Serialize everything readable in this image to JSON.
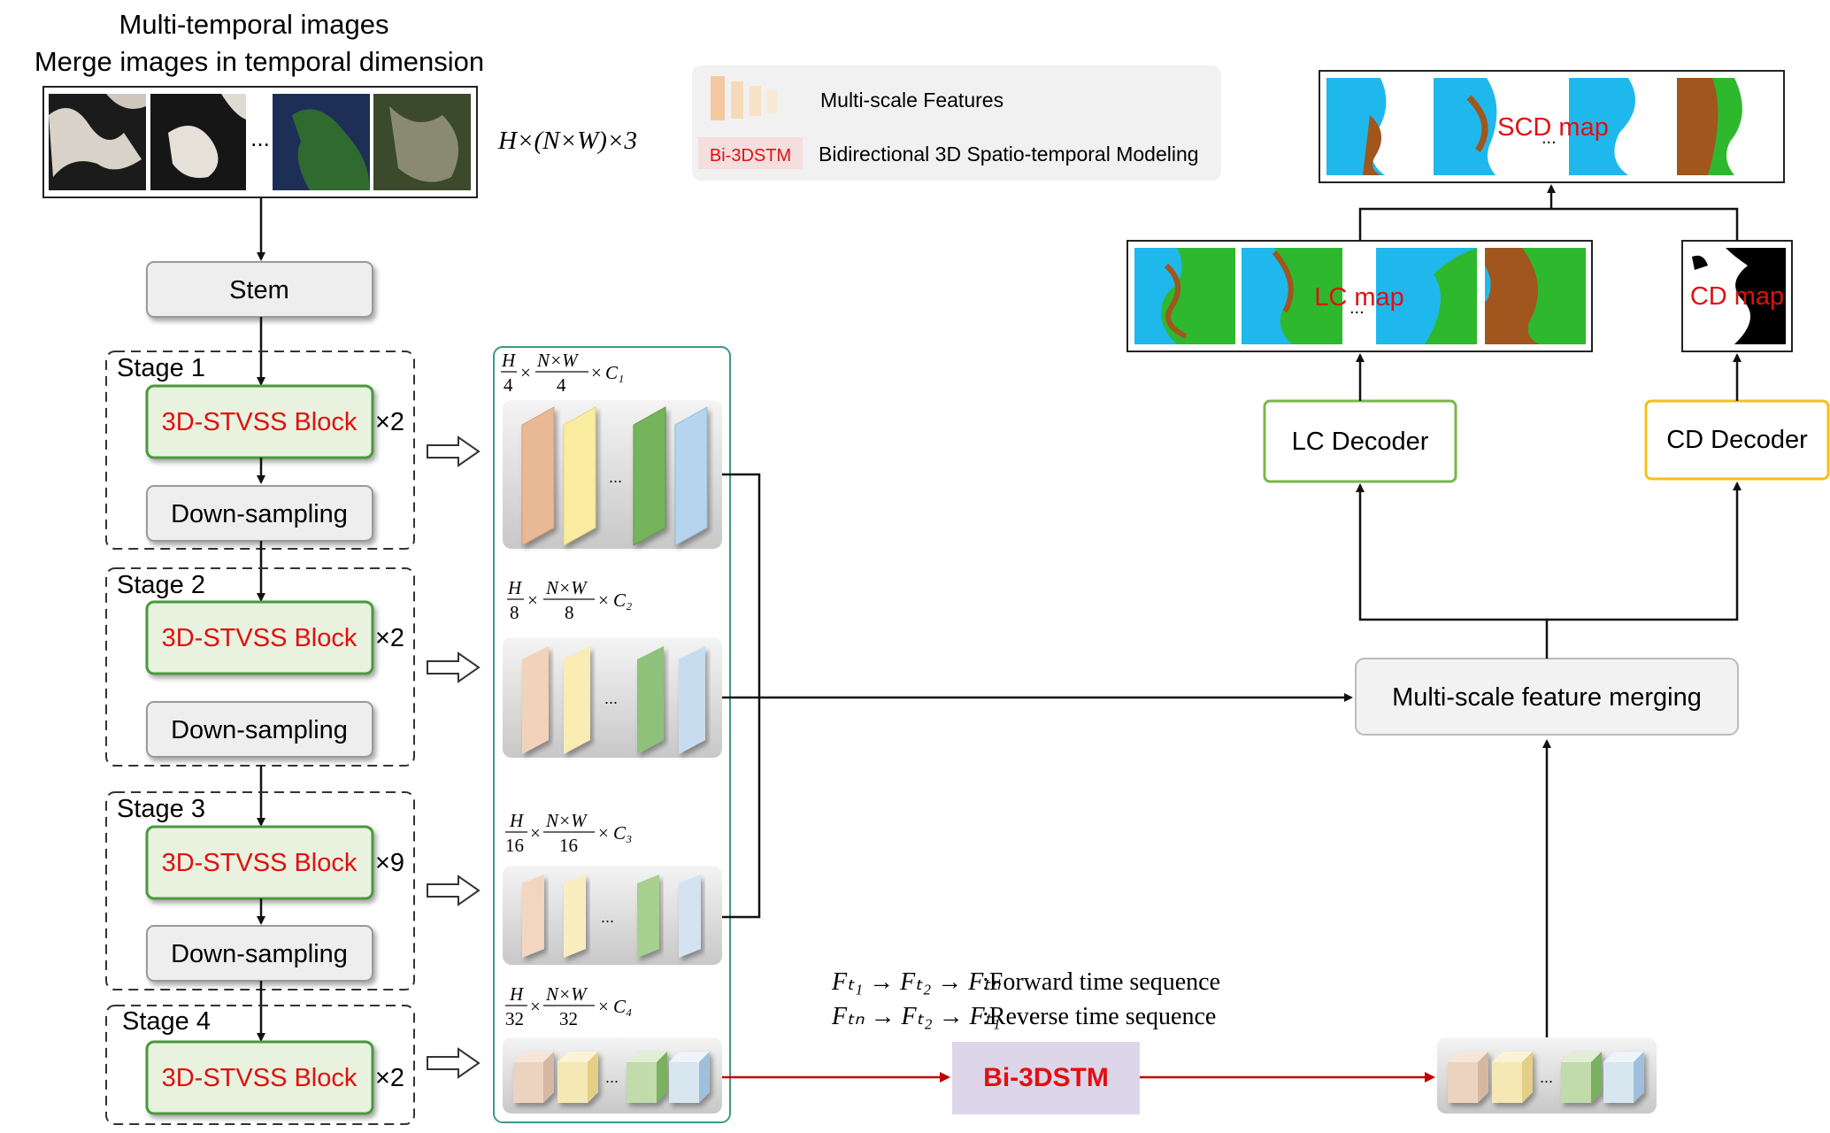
{
  "header": {
    "title_line1": "Multi-temporal images",
    "title_line2": "Merge images in temporal dimension",
    "input_dim": "H×(N×W)×3",
    "ellipsis": "..."
  },
  "legend": {
    "multiscale_label": "Multi-scale Features",
    "bi3dstm_tag": "Bi-3DSTM",
    "bi3dstm_label": "Bidirectional 3D Spatio-temporal  Modeling"
  },
  "encoder": {
    "stem_label": "Stem",
    "stages": [
      {
        "stage_label": "Stage 1",
        "block_label": "3D-STVSS Block",
        "repeat": "×2",
        "downsample_label": "Down-sampling"
      },
      {
        "stage_label": "Stage 2",
        "block_label": "3D-STVSS Block",
        "repeat": "×2",
        "downsample_label": "Down-sampling"
      },
      {
        "stage_label": "Stage 3",
        "block_label": "3D-STVSS Block",
        "repeat": "×9",
        "downsample_label": "Down-sampling"
      },
      {
        "stage_label": "Stage 4",
        "block_label": "3D-STVSS Block",
        "repeat": "×2"
      }
    ]
  },
  "features": [
    {
      "h_num": "H",
      "h_den": "4",
      "nw_num": "N×W",
      "nw_den": "4",
      "channel": "C₁"
    },
    {
      "h_num": "H",
      "h_den": "8",
      "nw_num": "N×W",
      "nw_den": "8",
      "channel": "C₂"
    },
    {
      "h_num": "H",
      "h_den": "16",
      "nw_num": "N×W",
      "nw_den": "16",
      "channel": "C₃"
    },
    {
      "h_num": "H",
      "h_den": "32",
      "nw_num": "N×W",
      "nw_den": "32",
      "channel": "C₄"
    }
  ],
  "sequence": {
    "forward_formula": "Fₜ₁ → Fₜ₂ → Fₜₙ",
    "forward_label": ":Forward time sequence",
    "reverse_formula": "Fₜₙ → Fₜ₂ → Fₜ₁",
    "reverse_label": ":Reverse time sequence"
  },
  "bi3dstm_box_label": "Bi-3DSTM",
  "merge_label": "Multi-scale feature merging",
  "decoders": {
    "lc_label": "LC Decoder",
    "cd_label": "CD Decoder"
  },
  "maps": {
    "lc_label": "LC map",
    "cd_label": "CD map",
    "scd_label": "SCD map"
  },
  "colors": {
    "red_text": "#e01010",
    "block_fill": "#e8f2df",
    "block_border": "#4a9a3a",
    "lc_border": "#7ab648",
    "cd_border": "#f5c016",
    "feature_border": "#3a9a8a",
    "arrow_red": "#c00000",
    "bi3dstm_fill": "#ddd6ea",
    "land_blue": "#1fb8ec",
    "land_green": "#2eb82e",
    "land_brown": "#a0561c"
  }
}
